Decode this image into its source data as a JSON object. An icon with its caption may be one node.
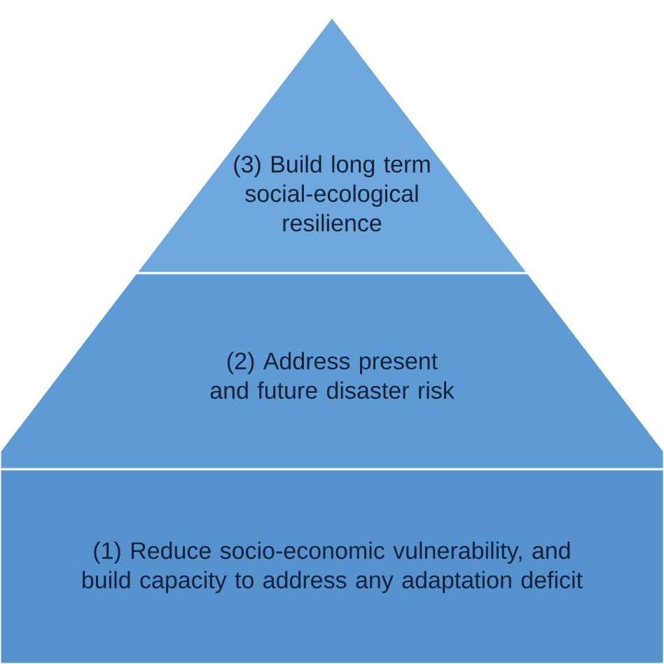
{
  "diagram": {
    "nodes": [
      {
        "text": [
          "(3) Build long term social-ecological resilience"
        ]
      },
      {
        "text": [
          "(2) Address present and future disaster risk"
        ]
      },
      {
        "text": [
          "(1) Reduce socio-economic vulnerability, and build capacity to address any adaptation deficit"
        ]
      }
    ]
  }
}
